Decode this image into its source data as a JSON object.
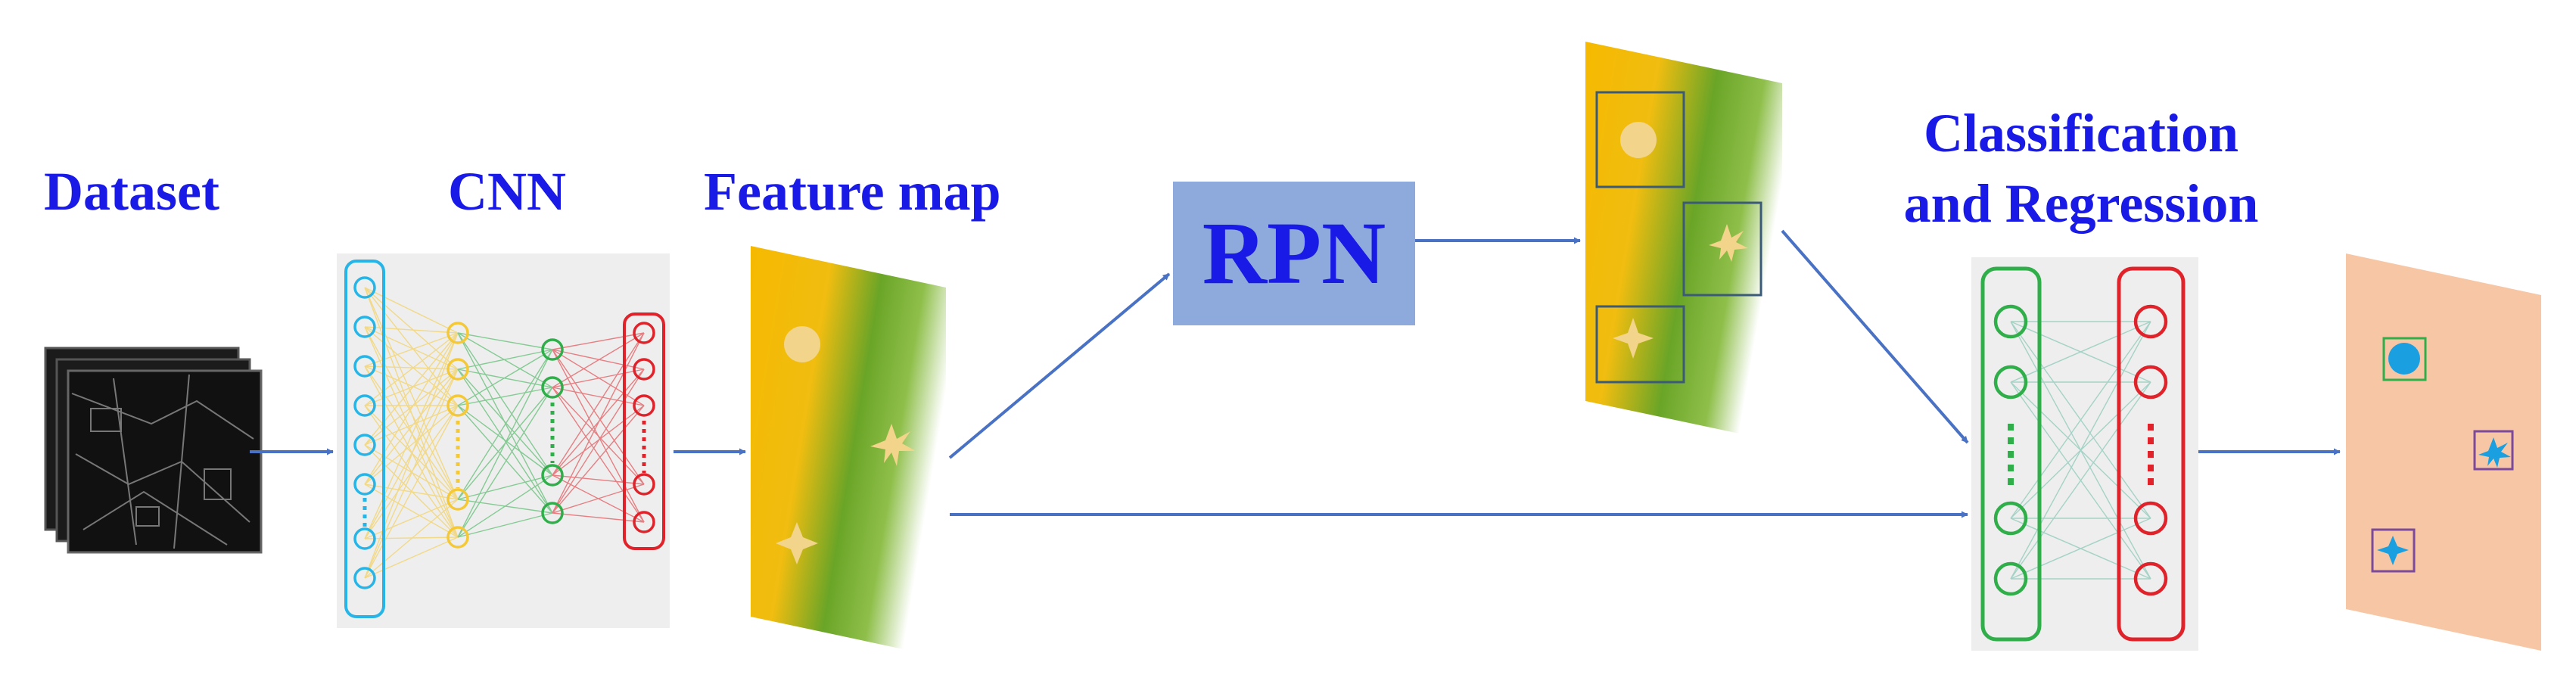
{
  "labels": {
    "dataset": "Dataset",
    "cnn": "CNN",
    "feature_map": "Feature map",
    "rpn": "RPN",
    "classification_line1": "Classification",
    "classification_line2": "and Regression"
  },
  "colors": {
    "label_text": "#1a1ae6",
    "arrow": "#4a72c4",
    "rpn_box": "#8ea9db",
    "panel_bg": "#eeeeee",
    "blue_layer": "#27b5e8",
    "yellow_layer": "#f5c835",
    "green_layer": "#2fae4a",
    "red_layer": "#e0232a",
    "map_yellow": "#f6b900",
    "map_green": "#6aa527",
    "output_bg": "#f7c7a5",
    "output_circle": "#1aa0e0",
    "output_box_green": "#2fae4a",
    "output_box_purple": "#7b4a9a",
    "proposal_box": "#3b5a7a",
    "marker_color": "#f2d48a"
  },
  "icons": [
    "dataset-image-stack",
    "circle-marker",
    "six-point-star-marker",
    "four-point-star-marker"
  ]
}
